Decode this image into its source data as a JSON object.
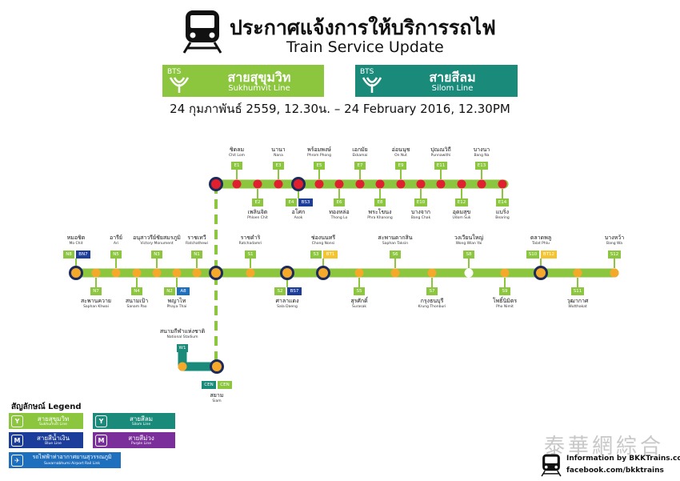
{
  "header": {
    "title_th": "ประกาศแจ้งการให้บริการรถไฟ",
    "title_en": "Train Service Update",
    "date": "24 กุมภาพันธ์ 2559, 12.30น. – 24 February 2016, 12.30PM"
  },
  "lines": {
    "sukhumvit": {
      "brand": "BTS",
      "name_th": "สายสุขุมวิท",
      "name_en": "Sukhumvit Line",
      "color": "#8cc63f"
    },
    "silom": {
      "brand": "BTS",
      "name_th": "สายสีลม",
      "name_en": "Silom Line",
      "color": "#1a8b7b"
    }
  },
  "colors": {
    "closed_station": "#e0202e",
    "open_station": "#f4a92a",
    "interchange_ring": "#1d2a5c",
    "blue_line": "#1d3d9a",
    "purple_line": "#7a2f9a",
    "airport_link": "#1f6fbf"
  },
  "stations": {
    "e1": {
      "code": "E1",
      "th": "ชิดลม",
      "en": "Chit Lom"
    },
    "e2": {
      "code": "E2",
      "th": "เพลินจิต",
      "en": "Phloen Chit"
    },
    "e3": {
      "code": "E3",
      "th": "นานา",
      "en": "Nana"
    },
    "e4": {
      "code": "E4",
      "code2": "BS3",
      "th": "อโศก",
      "en": "Asok"
    },
    "e5": {
      "code": "E5",
      "th": "พร้อมพงษ์",
      "en": "Phrom Phong"
    },
    "e6": {
      "code": "E6",
      "th": "ทองหล่อ",
      "en": "Thong Lo"
    },
    "e7": {
      "code": "E7",
      "th": "เอกมัย",
      "en": "Ekkamai"
    },
    "e8": {
      "code": "E8",
      "th": "พระโขนง",
      "en": "Phra Khanong"
    },
    "e9": {
      "code": "E9",
      "th": "อ่อนนุช",
      "en": "On Nut"
    },
    "e10": {
      "code": "E10",
      "th": "บางจาก",
      "en": "Bang Chak"
    },
    "e11": {
      "code": "E11",
      "th": "ปุณณวิถี",
      "en": "Punnawithi"
    },
    "e12": {
      "code": "E12",
      "th": "อุดมสุข",
      "en": "Udom Suk"
    },
    "e13": {
      "code": "E13",
      "th": "บางนา",
      "en": "Bang Na"
    },
    "e14": {
      "code": "E14",
      "th": "แบริ่ง",
      "en": "Bearing"
    },
    "n8": {
      "code": "N8",
      "code2": "BN7",
      "th": "หมอชิต",
      "en": "Mo Chit"
    },
    "n7": {
      "code": "N7",
      "th": "สะพานควาย",
      "en": "Saphan Khwai"
    },
    "n5a": {
      "code": "N5",
      "th": "อารีย์",
      "en": "Ari"
    },
    "n4": {
      "code": "N4",
      "th": "สนามเป้า",
      "en": "Sanam Pao"
    },
    "n3": {
      "code": "N3",
      "th": "อนุสาวรีย์ชัยสมรภูมิ",
      "en": "Victory Monument"
    },
    "n2": {
      "code": "N2",
      "code2": "A8",
      "th": "พญาไท",
      "en": "Phaya Thai"
    },
    "n1": {
      "code": "N1",
      "th": "ราชเทวี",
      "en": "Ratchathewi"
    },
    "s1": {
      "code": "S1",
      "th": "ราชดำริ",
      "en": "Ratchadamri"
    },
    "s2": {
      "code": "S2",
      "code2": "BS7",
      "th": "ศาลาแดง",
      "en": "Sala Daeng"
    },
    "s3": {
      "code": "S3",
      "code2": "BT1",
      "th": "ช่องนนทรี",
      "en": "Chong Nonsi"
    },
    "s5": {
      "code": "S5",
      "th": "สุรศักดิ์",
      "en": "Surasak"
    },
    "s6": {
      "code": "S6",
      "th": "สะพานตากสิน",
      "en": "Saphan Taksin"
    },
    "s7": {
      "code": "S7",
      "th": "กรุงธนบุรี",
      "en": "Krung Thonburi"
    },
    "s8": {
      "code": "S8",
      "th": "วงเวียนใหญ่",
      "en": "Wong Wian Yai"
    },
    "s9": {
      "code": "S9",
      "th": "โพธิ์นิมิตร",
      "en": "Pho Nimit"
    },
    "s10": {
      "code": "S10",
      "code2": "BT12",
      "th": "ตลาดพลู",
      "en": "Talat Phlu"
    },
    "s11": {
      "code": "S11",
      "th": "วุฒากาศ",
      "en": "Wutthakat"
    },
    "s12": {
      "code": "S12",
      "th": "บางหว้า",
      "en": "Bang Wa"
    },
    "w1": {
      "code": "W1",
      "th": "สนามกีฬาแห่งชาติ",
      "en": "National Stadium"
    },
    "cen": {
      "code": "CEN",
      "code2": "CEN",
      "th": "สยาม",
      "en": "Siam"
    }
  },
  "legend": {
    "title": "สัญลักษณ์ Legend",
    "items": [
      {
        "th": "สายสุขุมวิท",
        "en": "Sukhumvit Line",
        "color": "#8cc63f",
        "icon": "bts-logo-icon"
      },
      {
        "th": "สายสีลม",
        "en": "Silom Line",
        "color": "#1a8b7b",
        "icon": "bts-logo-icon"
      },
      {
        "th": "สายสีน้ำเงิน",
        "en": "Blue Line",
        "color": "#1d3d9a",
        "icon": "mrt-logo-icon",
        "glyph": "M"
      },
      {
        "th": "สายสีม่วง",
        "en": "Purple Line",
        "color": "#7a2f9a",
        "icon": "mrt-logo-icon",
        "glyph": "M"
      },
      {
        "th": "รถไฟฟ้าท่าอากาศยานสุวรรณภูมิ",
        "en": "Suvarnabhumi Airport Rail Link",
        "color": "#1f6fbf",
        "icon": "airport-link-icon",
        "glyph": "✈"
      }
    ]
  },
  "footer": {
    "credit": "Information by BKKTrains.com",
    "facebook": "facebook.com/bkktrains",
    "watermark": "泰華網綜合"
  }
}
